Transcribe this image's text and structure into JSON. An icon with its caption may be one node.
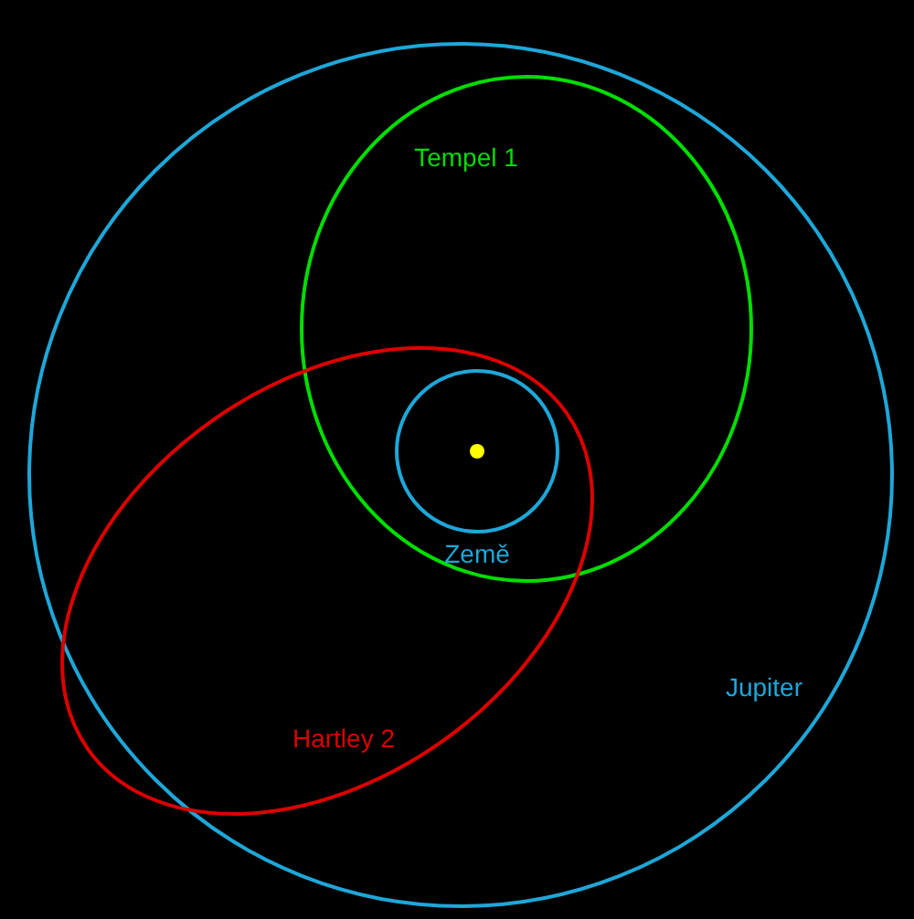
{
  "diagram": {
    "labels": [
      "Tempel 1",
      "Země",
      "Jupiter",
      "Hartley 2"
    ]
  }
}
